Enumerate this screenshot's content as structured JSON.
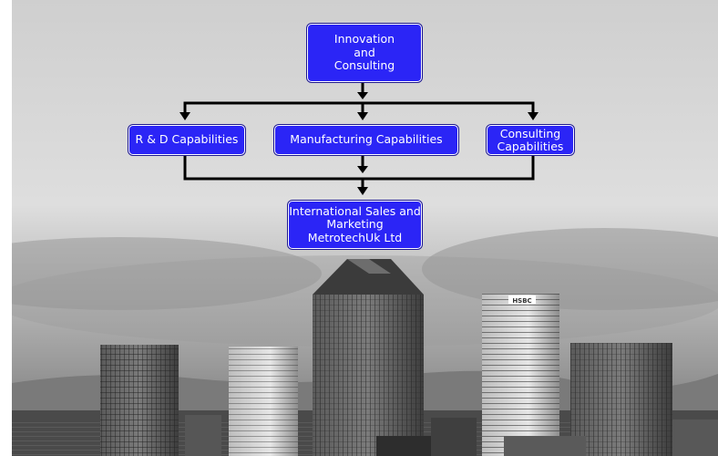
{
  "diagram": {
    "top_node": {
      "label": "Innovation\nand\nConsulting"
    },
    "capabilities": [
      {
        "label": "R & D Capabilities"
      },
      {
        "label": "Manufacturing Capabilities"
      },
      {
        "label": "Consulting\nCapabilities"
      }
    ],
    "bottom_node": {
      "label": "International Sales and\nMarketing MetrotechUk Ltd"
    }
  },
  "colors": {
    "node_fill": "#2b25f6",
    "node_text": "#ffffff",
    "connector": "#000000",
    "sky": "#d9d9d9"
  },
  "background": {
    "description_icon": "city-skyline-photo"
  }
}
